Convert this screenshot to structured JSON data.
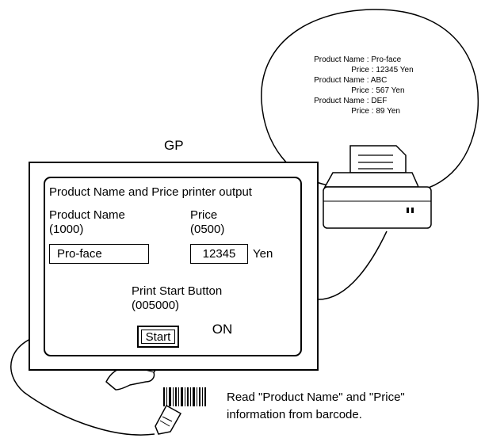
{
  "gp": {
    "title": "GP",
    "screen": {
      "heading": "Product Name and Price printer output",
      "product_name_label": "Product Name",
      "product_name_address": "(1000)",
      "product_name_value": "Pro-face",
      "price_label": "Price",
      "price_address": "(0500)",
      "price_value": "12345",
      "price_unit": "Yen",
      "print_start_label": "Print Start Button",
      "print_start_address": "(005000)",
      "start_button_label": "Start"
    },
    "on_indicator": {
      "label": "ON",
      "color": "#fff200"
    }
  },
  "printout": {
    "rows": [
      {
        "label": "Product Name",
        "sep": ":",
        "value": "Pro-face"
      },
      {
        "label": "Price",
        "sep": ":",
        "value": "12345 Yen"
      },
      {
        "label": "Product Name",
        "sep": ":",
        "value": "ABC"
      },
      {
        "label": "Price",
        "sep": ":",
        "value": "567 Yen"
      },
      {
        "label": "Product Name",
        "sep": ":",
        "value": "DEF"
      },
      {
        "label": "Price",
        "sep": ":",
        "value": "89 Yen"
      }
    ]
  },
  "barcode": {
    "caption_line1": "Read \"Product Name\" and \"Price\"",
    "caption_line2": "information from barcode."
  },
  "icons": [
    "printer-icon",
    "barcode-icon",
    "barcode-scanner-icon",
    "pointing-hand-icon"
  ]
}
